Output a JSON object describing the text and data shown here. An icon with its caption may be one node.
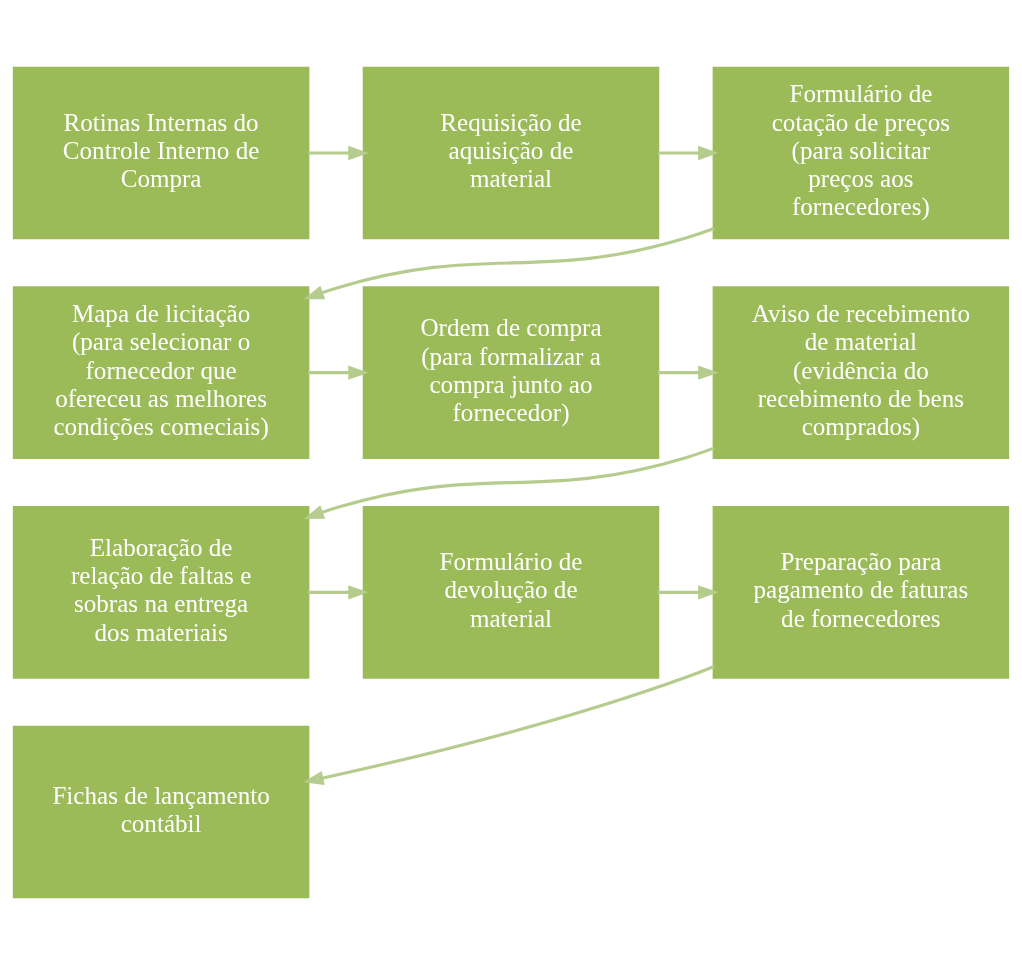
{
  "diagram": {
    "nodes": [
      {
        "text": [
          "Rotinas Internas do Controle Interno de Compra"
        ]
      },
      {
        "text": [
          "Requisição de aquisição de material"
        ]
      },
      {
        "text": [
          "Formulário de cotação de preços (para solicitar preços aos fornecedores)"
        ]
      },
      {
        "text": [
          "Mapa de licitação (para selecionar o fornecedor que ofereceu as melhores condições comeciais)"
        ]
      },
      {
        "text": [
          "Ordem de compra (para formalizar a compra junto ao fornecedor)"
        ]
      },
      {
        "text": [
          "Aviso de recebimento de material (evidência do recebimento de bens comprados)"
        ]
      },
      {
        "text": [
          "Elaboração de relação de faltas e sobras na entrega dos materiais"
        ]
      },
      {
        "text": [
          "Formulário de devolução de material"
        ]
      },
      {
        "text": [
          "Preparação para pagamento de faturas de fornecedores"
        ]
      },
      {
        "text": [
          "Fichas de lançamento contábil"
        ]
      }
    ],
    "edges": [
      {
        "from": 0,
        "to": 1,
        "arrow": "to"
      },
      {
        "from": 1,
        "to": 2,
        "arrow": "to"
      },
      {
        "from": 2,
        "to": 3,
        "arrow": "to"
      },
      {
        "from": 3,
        "to": 4,
        "arrow": "to"
      },
      {
        "from": 4,
        "to": 5,
        "arrow": "to"
      },
      {
        "from": 5,
        "to": 6,
        "arrow": "to"
      },
      {
        "from": 6,
        "to": 7,
        "arrow": "to"
      },
      {
        "from": 7,
        "to": 8,
        "arrow": "to"
      },
      {
        "from": 8,
        "to": 9,
        "arrow": "to"
      }
    ]
  }
}
